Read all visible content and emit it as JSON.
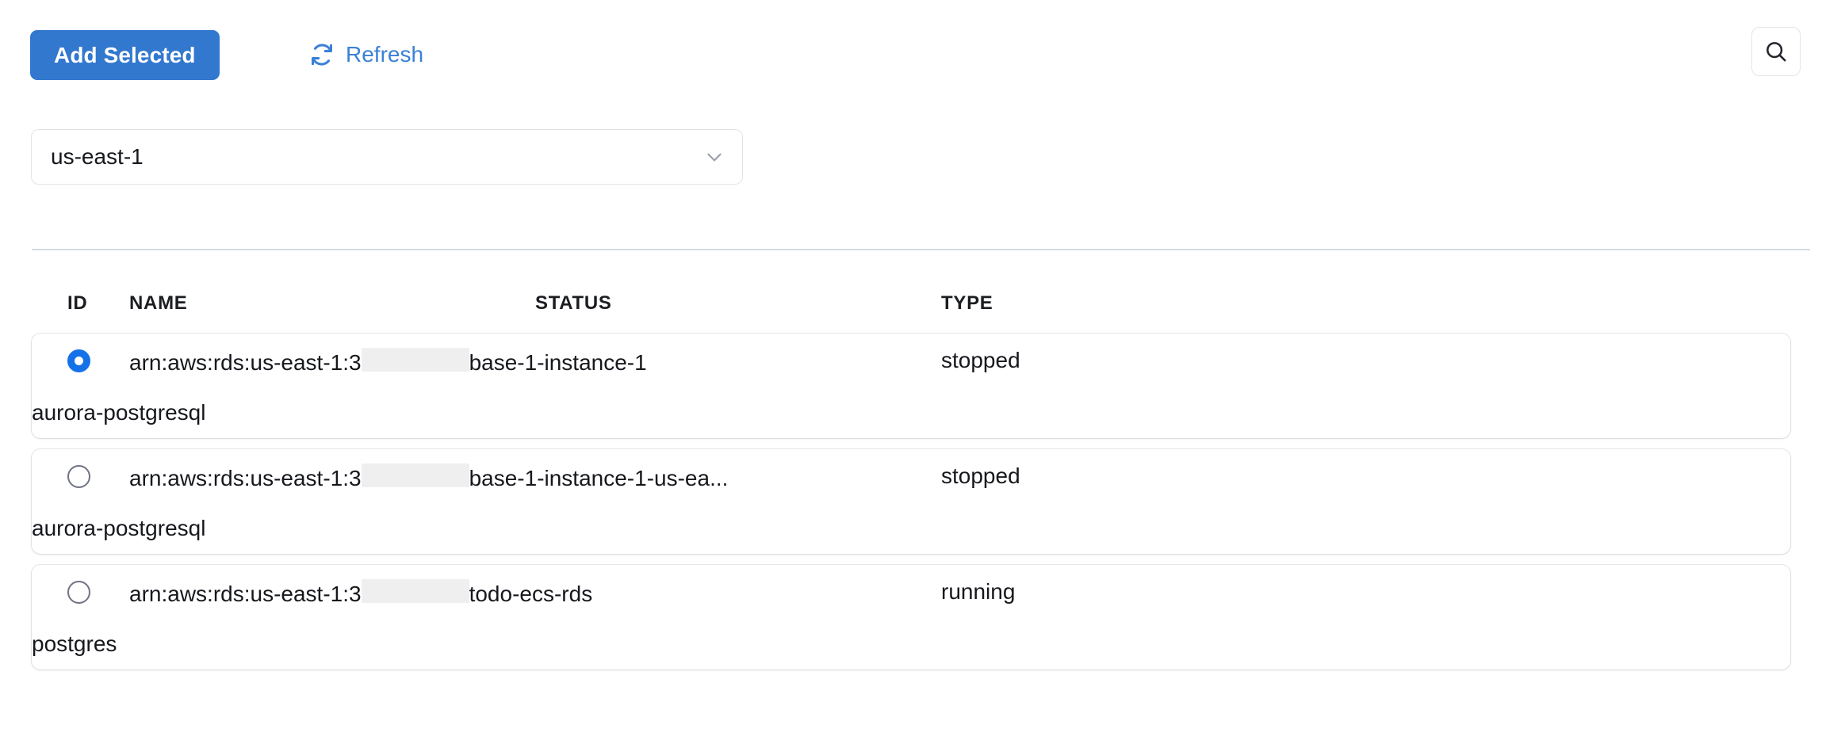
{
  "toolbar": {
    "add_selected_label": "Add Selected",
    "refresh_label": "Refresh",
    "refresh_icon": "refresh-icon",
    "search_icon": "search-icon",
    "primary_color": "#3278ce",
    "link_color": "#3b80d8"
  },
  "region": {
    "label": "us-east-1",
    "chevron_icon": "chevron-down-icon",
    "options": [
      "us-east-1"
    ]
  },
  "table": {
    "columns": [
      "ID",
      "NAME",
      "STATUS",
      "TYPE"
    ],
    "rows": [
      {
        "selected": true,
        "id_prefix": "arn:aws:rds:us-east-1:3",
        "id_redacted_width": 136,
        "id_suffix": "base-1-instance-1",
        "name": "",
        "status": "stopped",
        "type": "aurora-postgresql"
      },
      {
        "selected": false,
        "id_prefix": "arn:aws:rds:us-east-1:3",
        "id_redacted_width": 136,
        "id_suffix": "base-1-instance-1-us-ea...",
        "name": "",
        "status": "stopped",
        "type": "aurora-postgresql"
      },
      {
        "selected": false,
        "id_prefix": "arn:aws:rds:us-east-1:3",
        "id_redacted_width": 136,
        "id_suffix": "todo-ecs-rds",
        "name": "",
        "status": "running",
        "type": "postgres"
      }
    ]
  }
}
